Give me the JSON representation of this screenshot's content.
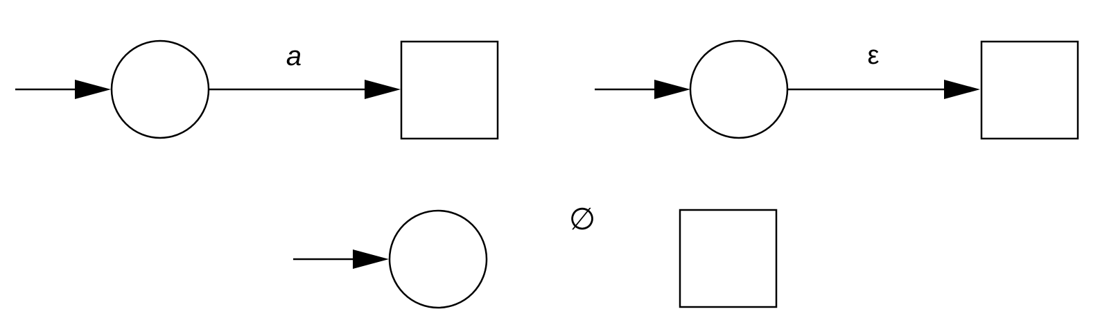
{
  "diagrams": [
    {
      "id": "single-symbol-automaton",
      "edge_label": "a"
    },
    {
      "id": "epsilon-automaton",
      "edge_label": "ε"
    },
    {
      "id": "empty-set-automaton",
      "label": "∅"
    }
  ]
}
